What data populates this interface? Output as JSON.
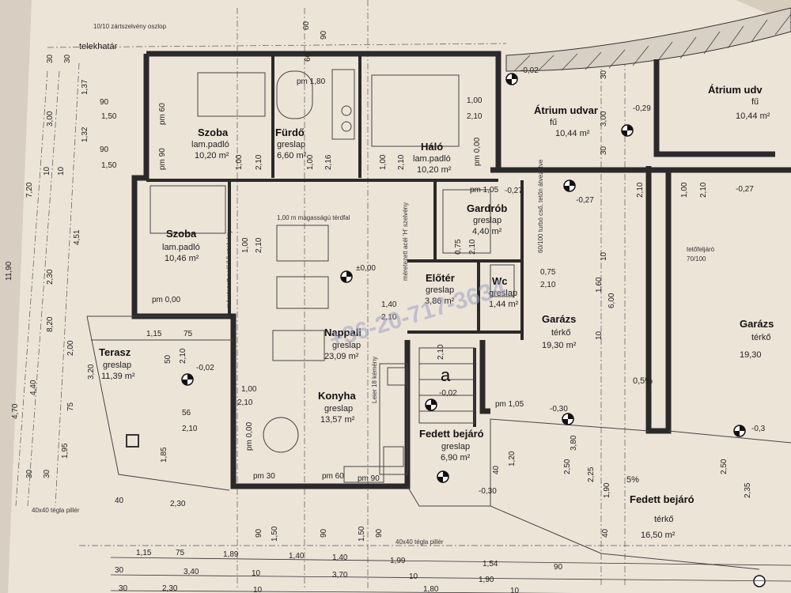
{
  "watermark": "+36-20-717-3634",
  "header": {
    "post_note": "10/10 zártszelvény oszlop",
    "lot_boundary": "telekhatár"
  },
  "rooms": [
    {
      "id": "szoba1",
      "name": "Szoba",
      "floor": "lam.padló",
      "area": "10,20 m²"
    },
    {
      "id": "furdo",
      "name": "Fürdő",
      "floor": "greslap",
      "area": "6,60 m²"
    },
    {
      "id": "halo",
      "name": "Háló",
      "floor": "lam.padló",
      "area": "10,20 m²"
    },
    {
      "id": "atrium1",
      "name": "Átrium udvar",
      "floor": "fű",
      "area": "10,44 m²"
    },
    {
      "id": "atrium2",
      "name": "Átrium udv",
      "floor": "fű",
      "area": "10,44 m²"
    },
    {
      "id": "szoba2",
      "name": "Szoba",
      "floor": "lam.padló",
      "area": "10,46 m²"
    },
    {
      "id": "gardrob",
      "name": "Gardrób",
      "floor": "greslap",
      "area": "4,40 m²"
    },
    {
      "id": "eloter",
      "name": "Előtér",
      "floor": "greslap",
      "area": "3,86 m²"
    },
    {
      "id": "wc",
      "name": "Wc",
      "floor": "greslap",
      "area": "1,44 m²"
    },
    {
      "id": "nappali",
      "name": "Nappali",
      "floor": "greslap",
      "area": "23,09 m²"
    },
    {
      "id": "garazs",
      "name": "Garázs",
      "floor": "térkő",
      "area": "19,30 m²"
    },
    {
      "id": "garazs2",
      "name": "Garázs",
      "floor": "térkő",
      "area": "19,30"
    },
    {
      "id": "terasz",
      "name": "Terasz",
      "floor": "greslap",
      "area": "11,39 m²"
    },
    {
      "id": "konyha",
      "name": "Konyha",
      "floor": "greslap",
      "area": "13,57 m²"
    },
    {
      "id": "fedett1",
      "name": "Fedett bejáró",
      "floor": "greslap",
      "area": "6,90 m²"
    },
    {
      "id": "fedett2",
      "name": "Fedett bejáró",
      "floor": "térkő",
      "area": "16,50 m²"
    }
  ],
  "annotations": {
    "terdfal": "1,00 m magasságú térdfal",
    "beam1": "méretezett acél 'H' szelvény",
    "beam2": "méretezett acél 'H' szelvény",
    "chimney": "Leier 18 kémény",
    "roof_access": "tetőfeljáró",
    "roof_access_size": "70/100",
    "vent": "60/100 turbó cső, tetőn átvezetve",
    "pillar1": "40x40 tégla pillér",
    "pillar2": "40x40 tégla pillér",
    "slope": "0,5%",
    "slope2": "5%",
    "marker": "a"
  },
  "levels": [
    "-0,02",
    "-0,29",
    "-0,27",
    "±0,00",
    "-0,27",
    "-0,02",
    "-0,02",
    "-0,30",
    "-0,30",
    "-0,3",
    "-0,27"
  ],
  "pm_notes": [
    "pm 60",
    "pm 90",
    "pm 1,80",
    "pm 0,00",
    "pm 1,05",
    "pm 0,00",
    "pm 30",
    "pm 60",
    "pm 90",
    "pm 0,00",
    "pm 1,05"
  ],
  "door_dims": [
    "1,00",
    "2,10",
    "1,00",
    "2,16",
    "1,00",
    "2,10",
    "1,00",
    "2,10",
    "0,75",
    "2,10",
    "1,00",
    "2,10",
    "0,75",
    "2,10",
    "1,40",
    "2,10",
    "1,00",
    "2,10"
  ],
  "left_dims": [
    "1,37",
    "3,00",
    "1,32",
    "7,20",
    "4,51",
    "2,30",
    "11,90",
    "8,20",
    "4,40",
    "2,00",
    "4,70",
    "1,95",
    "3,20",
    "90",
    "1,50",
    "90",
    "1,50",
    "10",
    "10",
    "30",
    "30",
    "75",
    "75",
    "1,15",
    "50",
    "2,10",
    "56",
    "2,10",
    "1,85",
    "40",
    "2,30"
  ],
  "right_dims": [
    "30",
    "3,00",
    "30",
    "2,10",
    "1,00",
    "2,10",
    "10",
    "1,60",
    "6,00",
    "10",
    "3,80",
    "2,50",
    "2,25",
    "1,90",
    "40",
    "2,10",
    "1,20",
    "40",
    "2,50",
    "2,35"
  ],
  "bottom_dims": {
    "row1": [
      "1,15",
      "75",
      "1,89",
      "1,40",
      "1,40",
      "1,99",
      "1,54",
      "90"
    ],
    "row2": [
      "30",
      "3,40",
      "10",
      "3,70",
      "10",
      "1,90"
    ],
    "row3": [
      "30",
      "2,30",
      "10",
      "1,80",
      "10"
    ],
    "verticals": [
      "90",
      "1,50",
      "90",
      "1,50",
      "90"
    ]
  },
  "top_dims": [
    "60",
    "90",
    "60",
    "30",
    "30"
  ]
}
